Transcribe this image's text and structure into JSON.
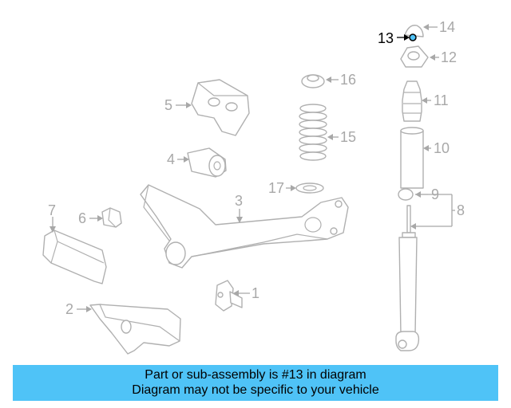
{
  "diagram": {
    "callouts": {
      "c1": "1",
      "c2": "2",
      "c3": "3",
      "c4": "4",
      "c5": "5",
      "c6": "6",
      "c7": "7",
      "c8": "8",
      "c9": "9",
      "c10": "10",
      "c11": "11",
      "c12": "12",
      "c13": "13",
      "c14": "14",
      "c15": "15",
      "c16": "16",
      "c17": "17"
    },
    "highlighted_part": "13",
    "highlight_color": "#4fc3f7"
  },
  "banner": {
    "line1": "Part or sub-assembly is #13 in diagram",
    "line2": "Diagram may not be specific to your vehicle",
    "background": "#4fc3f7"
  }
}
